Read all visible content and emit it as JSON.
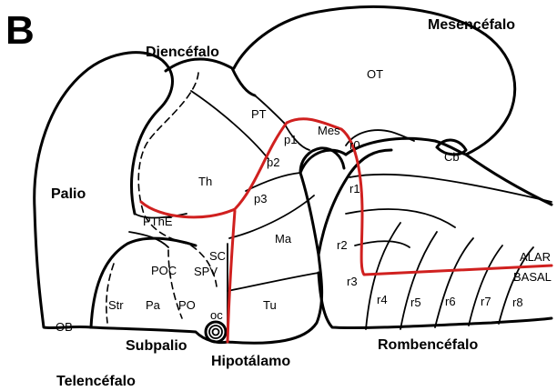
{
  "panel_letter": "B",
  "regions": {
    "mesencefalo": "Mesencéfalo",
    "diencefalo": "Diencéfalo",
    "palio": "Palio",
    "subpalio": "Subpalio",
    "hipotalamo": "Hipotálamo",
    "rombencefalo": "Rombencéfalo",
    "telencefalo": "Telencéfalo"
  },
  "structures": {
    "ot": "OT",
    "pt": "PT",
    "p1": "p1",
    "mes": "Mes",
    "r0": "r0",
    "cb": "Cb",
    "th": "Th",
    "p2": "p2",
    "p3": "p3",
    "pthe": "PThE",
    "ma": "Ma",
    "r1": "r1",
    "r2": "r2",
    "r3": "r3",
    "r4": "r4",
    "r5": "r5",
    "r6": "r6",
    "r7": "r7",
    "r8": "r8",
    "sc": "SC",
    "spv": "SPV",
    "poc": "POC",
    "str": "Str",
    "pa": "Pa",
    "po": "PO",
    "oc": "oc",
    "tu": "Tu",
    "ob": "OB"
  },
  "boundary_labels": {
    "alar": "ALAR",
    "basal": "BASAL"
  },
  "colors": {
    "outline": "#000000",
    "alar_basal_boundary": "#d0201f",
    "background": "#ffffff"
  }
}
